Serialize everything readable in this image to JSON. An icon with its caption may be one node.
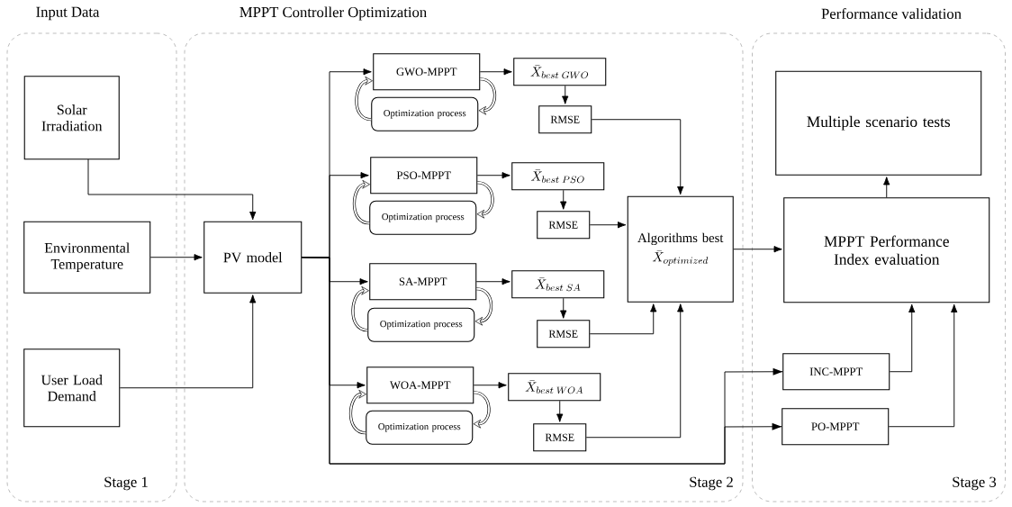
{
  "diagram": {
    "nodes": [
      {
        "text": [
          "Input Data",
          "Stage 1"
        ]
      },
      {
        "text": [
          "Solar Irradiation"
        ],
        "in": 0
      },
      {
        "text": [
          "Environmental Temperature"
        ],
        "in": 0
      },
      {
        "text": [
          "User Load Demand"
        ],
        "in": 0
      },
      {
        "text": [
          "MPPT Controller Optimization",
          "Stage 2"
        ]
      },
      {
        "text": [
          "PV model"
        ],
        "in": 4
      },
      {
        "text": [
          "GWO-MPPT"
        ],
        "in": 4
      },
      {
        "text": [
          "Optimization process"
        ],
        "in": 4
      },
      {
        "text": [
          "\\bar{X}_{best\\;GWO}"
        ],
        "in": 4
      },
      {
        "text": [
          "RMSE"
        ],
        "in": 4
      },
      {
        "text": [
          "PSO-MPPT"
        ],
        "in": 4
      },
      {
        "text": [
          "Optimization process"
        ],
        "in": 4
      },
      {
        "text": [
          "\\bar{X}_{best\\;PSO}"
        ],
        "in": 4
      },
      {
        "text": [
          "RMSE"
        ],
        "in": 4
      },
      {
        "text": [
          "SA-MPPT"
        ],
        "in": 4
      },
      {
        "text": [
          "Optimization process"
        ],
        "in": 4
      },
      {
        "text": [
          "\\bar{X}_{best\\;SA}"
        ],
        "in": 4
      },
      {
        "text": [
          "RMSE"
        ],
        "in": 4
      },
      {
        "text": [
          "WOA-MPPT"
        ],
        "in": 4
      },
      {
        "text": [
          "Optimization process"
        ],
        "in": 4
      },
      {
        "text": [
          "\\bar{X}_{best\\;WOA}"
        ],
        "in": 4
      },
      {
        "text": [
          "RMSE"
        ],
        "in": 4
      },
      {
        "text": [
          "Algorithms best",
          "\\bar{X}_{optimized}"
        ],
        "in": 4
      },
      {
        "text": [
          "Performance validation",
          "Stage 3"
        ]
      },
      {
        "text": [
          "Multiple scenario tests"
        ],
        "in": 23
      },
      {
        "text": [
          "MPPT Performance Index evaluation"
        ],
        "in": 23
      },
      {
        "text": [
          "INC-MPPT"
        ],
        "in": 23
      },
      {
        "text": [
          "PO-MPPT"
        ],
        "in": 23
      }
    ],
    "edges": [
      {
        "from": 1,
        "to": 5,
        "arrow": "to"
      },
      {
        "from": 2,
        "to": 5,
        "arrow": "to"
      },
      {
        "from": 3,
        "to": 5,
        "arrow": "to"
      },
      {
        "from": 5,
        "to": 6,
        "arrow": "to"
      },
      {
        "from": 5,
        "to": 10,
        "arrow": "to"
      },
      {
        "from": 5,
        "to": 14,
        "arrow": "to"
      },
      {
        "from": 5,
        "to": 18,
        "arrow": "to"
      },
      {
        "from": 5,
        "to": 26,
        "arrow": "to"
      },
      {
        "from": 5,
        "to": 27,
        "arrow": "to"
      },
      {
        "from": 6,
        "to": 7,
        "arrow": "to",
        "style": "thick"
      },
      {
        "from": 7,
        "to": 6,
        "arrow": "to",
        "style": "thick"
      },
      {
        "from": 10,
        "to": 11,
        "arrow": "to",
        "style": "thick"
      },
      {
        "from": 11,
        "to": 10,
        "arrow": "to",
        "style": "thick"
      },
      {
        "from": 14,
        "to": 15,
        "arrow": "to",
        "style": "thick"
      },
      {
        "from": 15,
        "to": 14,
        "arrow": "to",
        "style": "thick"
      },
      {
        "from": 18,
        "to": 19,
        "arrow": "to",
        "style": "thick"
      },
      {
        "from": 19,
        "to": 18,
        "arrow": "to",
        "style": "thick"
      },
      {
        "from": 6,
        "to": 8,
        "arrow": "to"
      },
      {
        "from": 8,
        "to": 9,
        "arrow": "to"
      },
      {
        "from": 9,
        "to": 22,
        "arrow": "to"
      },
      {
        "from": 10,
        "to": 12,
        "arrow": "to"
      },
      {
        "from": 12,
        "to": 13,
        "arrow": "to"
      },
      {
        "from": 13,
        "to": 22,
        "arrow": "to"
      },
      {
        "from": 14,
        "to": 16,
        "arrow": "to"
      },
      {
        "from": 16,
        "to": 17,
        "arrow": "to"
      },
      {
        "from": 17,
        "to": 22,
        "arrow": "to"
      },
      {
        "from": 18,
        "to": 20,
        "arrow": "to"
      },
      {
        "from": 20,
        "to": 21,
        "arrow": "to"
      },
      {
        "from": 21,
        "to": 22,
        "arrow": "to"
      },
      {
        "from": 22,
        "to": 25,
        "arrow": "to"
      },
      {
        "from": 25,
        "to": 24,
        "arrow": "to"
      },
      {
        "from": 26,
        "to": 25,
        "arrow": "to"
      },
      {
        "from": 27,
        "to": 25,
        "arrow": "to"
      }
    ]
  }
}
